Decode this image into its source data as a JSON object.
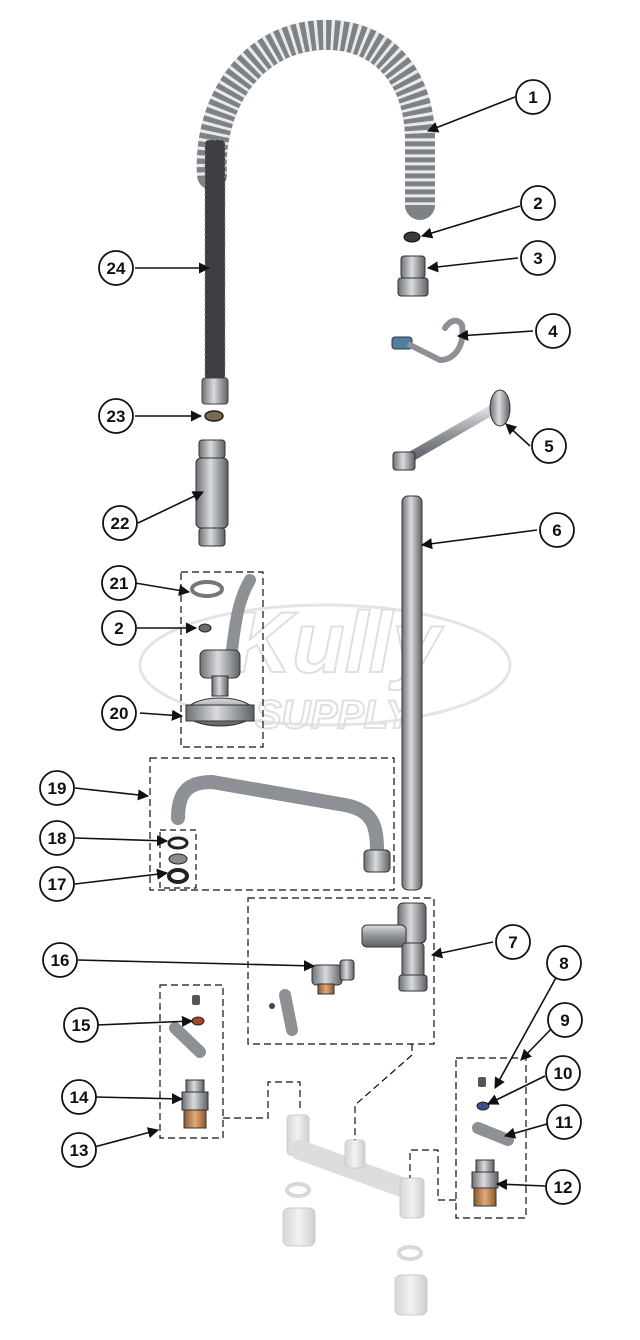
{
  "watermark": {
    "brand": "Kully",
    "sub": "SUPPLY"
  },
  "callouts": [
    {
      "id": "c1",
      "label": "1"
    },
    {
      "id": "c2a",
      "label": "2"
    },
    {
      "id": "c3",
      "label": "3"
    },
    {
      "id": "c4",
      "label": "4"
    },
    {
      "id": "c5",
      "label": "5"
    },
    {
      "id": "c6",
      "label": "6"
    },
    {
      "id": "c7",
      "label": "7"
    },
    {
      "id": "c8",
      "label": "8"
    },
    {
      "id": "c9",
      "label": "9"
    },
    {
      "id": "c10",
      "label": "10"
    },
    {
      "id": "c11",
      "label": "11"
    },
    {
      "id": "c12",
      "label": "12"
    },
    {
      "id": "c13",
      "label": "13"
    },
    {
      "id": "c14",
      "label": "14"
    },
    {
      "id": "c15",
      "label": "15"
    },
    {
      "id": "c16",
      "label": "16"
    },
    {
      "id": "c17",
      "label": "17"
    },
    {
      "id": "c18",
      "label": "18"
    },
    {
      "id": "c19",
      "label": "19"
    },
    {
      "id": "c20",
      "label": "20"
    },
    {
      "id": "c2b",
      "label": "2"
    },
    {
      "id": "c21",
      "label": "21"
    },
    {
      "id": "c22",
      "label": "22"
    },
    {
      "id": "c23",
      "label": "23"
    },
    {
      "id": "c24",
      "label": "24"
    }
  ],
  "colors": {
    "metal": "#a9acb0",
    "metal_dark": "#55585c",
    "brass": "#c98a55",
    "line": "#111111"
  }
}
